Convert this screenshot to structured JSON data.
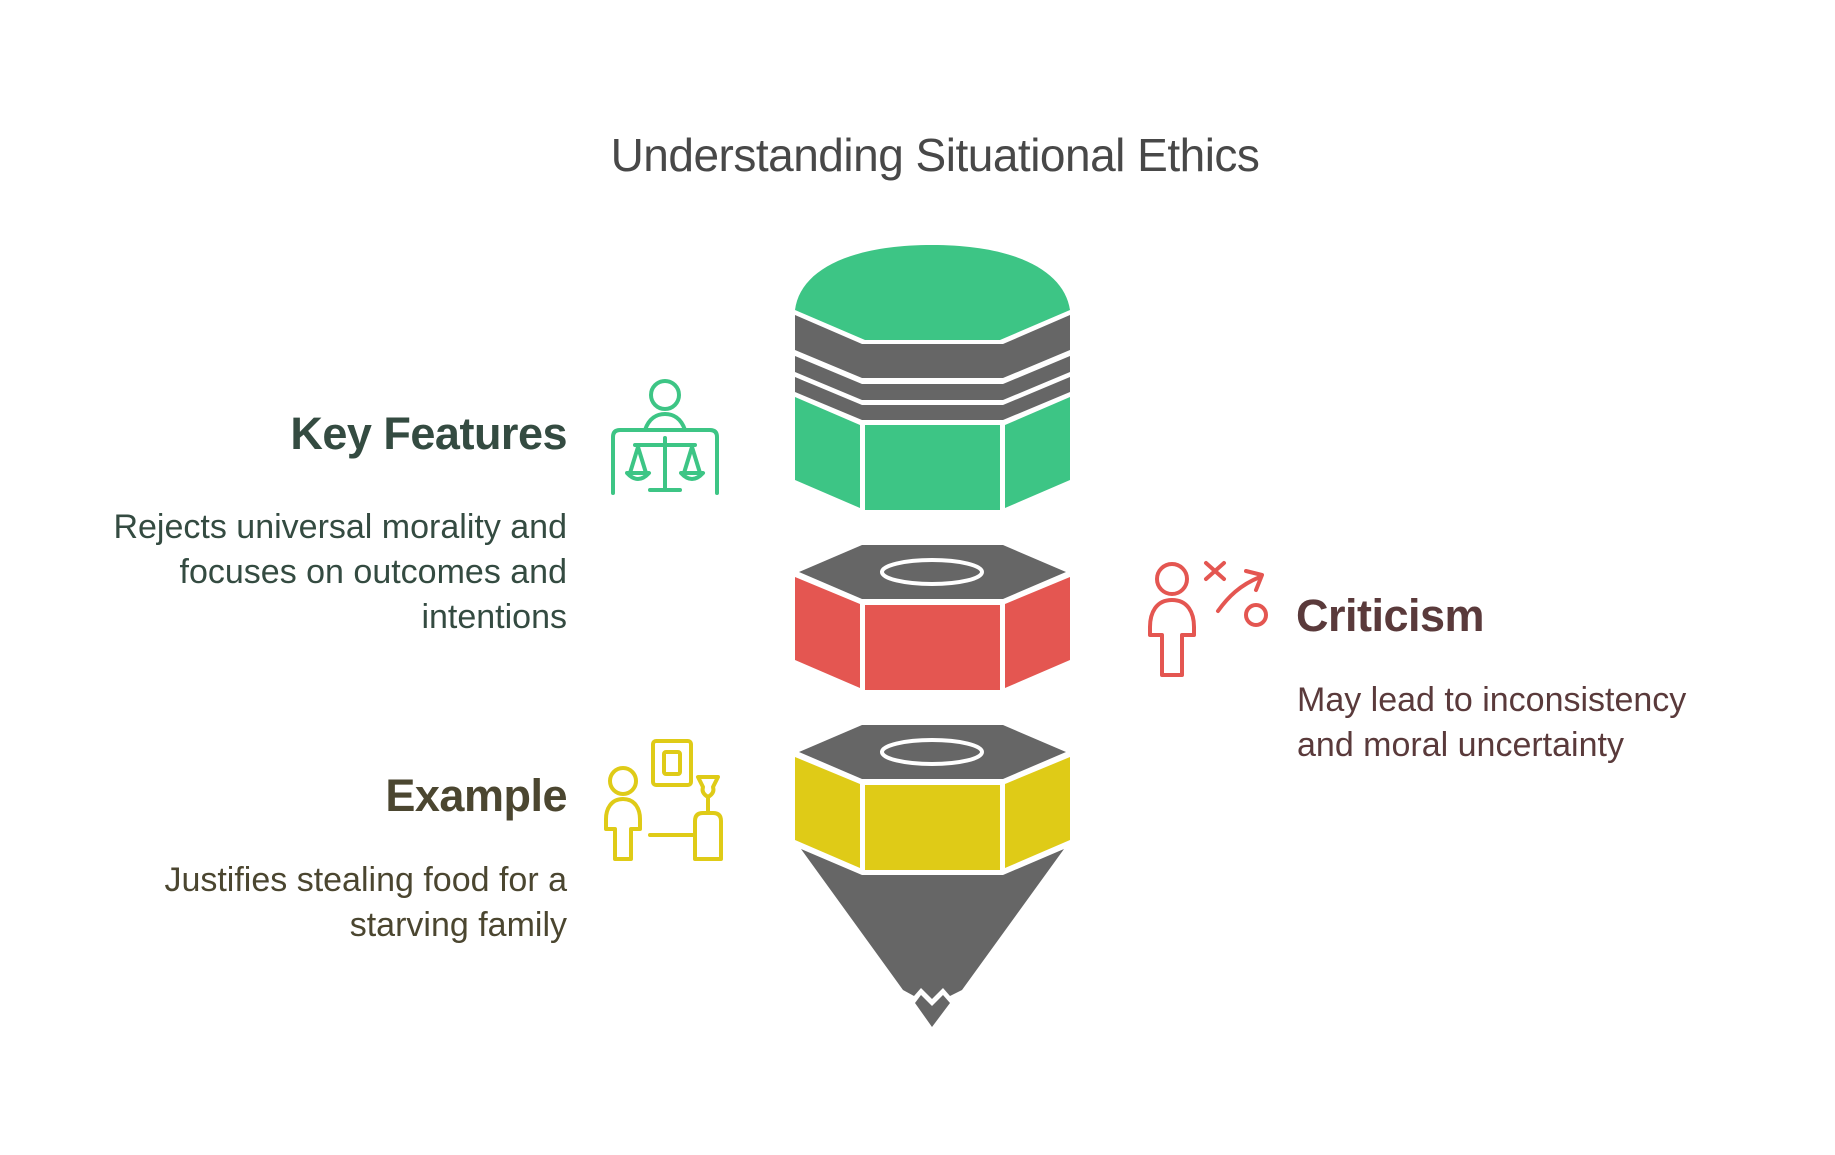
{
  "title": "Understanding Situational Ethics",
  "colors": {
    "green": "#3DC585",
    "red": "#E45651",
    "yellow": "#DFCB17",
    "gray": "#666666",
    "key_features_text": "#344B41",
    "criticism_text": "#5A3A3B",
    "example_text": "#4B4630",
    "title_text": "#484848"
  },
  "sections": {
    "key_features": {
      "heading": "Key Features",
      "description_lines": [
        "Rejects universal morality and",
        "focuses on outcomes and",
        "intentions"
      ],
      "icon": "judge-scales-icon"
    },
    "criticism": {
      "heading": "Criticism",
      "description_lines": [
        "May lead to inconsistency",
        "and moral uncertainty"
      ],
      "icon": "person-strategy-icon"
    },
    "example": {
      "heading": "Example",
      "description_lines": [
        "Justifies stealing food for a",
        "starving family"
      ],
      "icon": "person-exhibit-icon"
    }
  },
  "diagram": {
    "type": "stacked-pencil",
    "segments": [
      {
        "name": "eraser-cap",
        "color": "green",
        "section": "key_features"
      },
      {
        "name": "hex-nut",
        "color": "red",
        "section": "criticism"
      },
      {
        "name": "hex-nut-tip",
        "color": "yellow",
        "section": "example"
      }
    ]
  }
}
